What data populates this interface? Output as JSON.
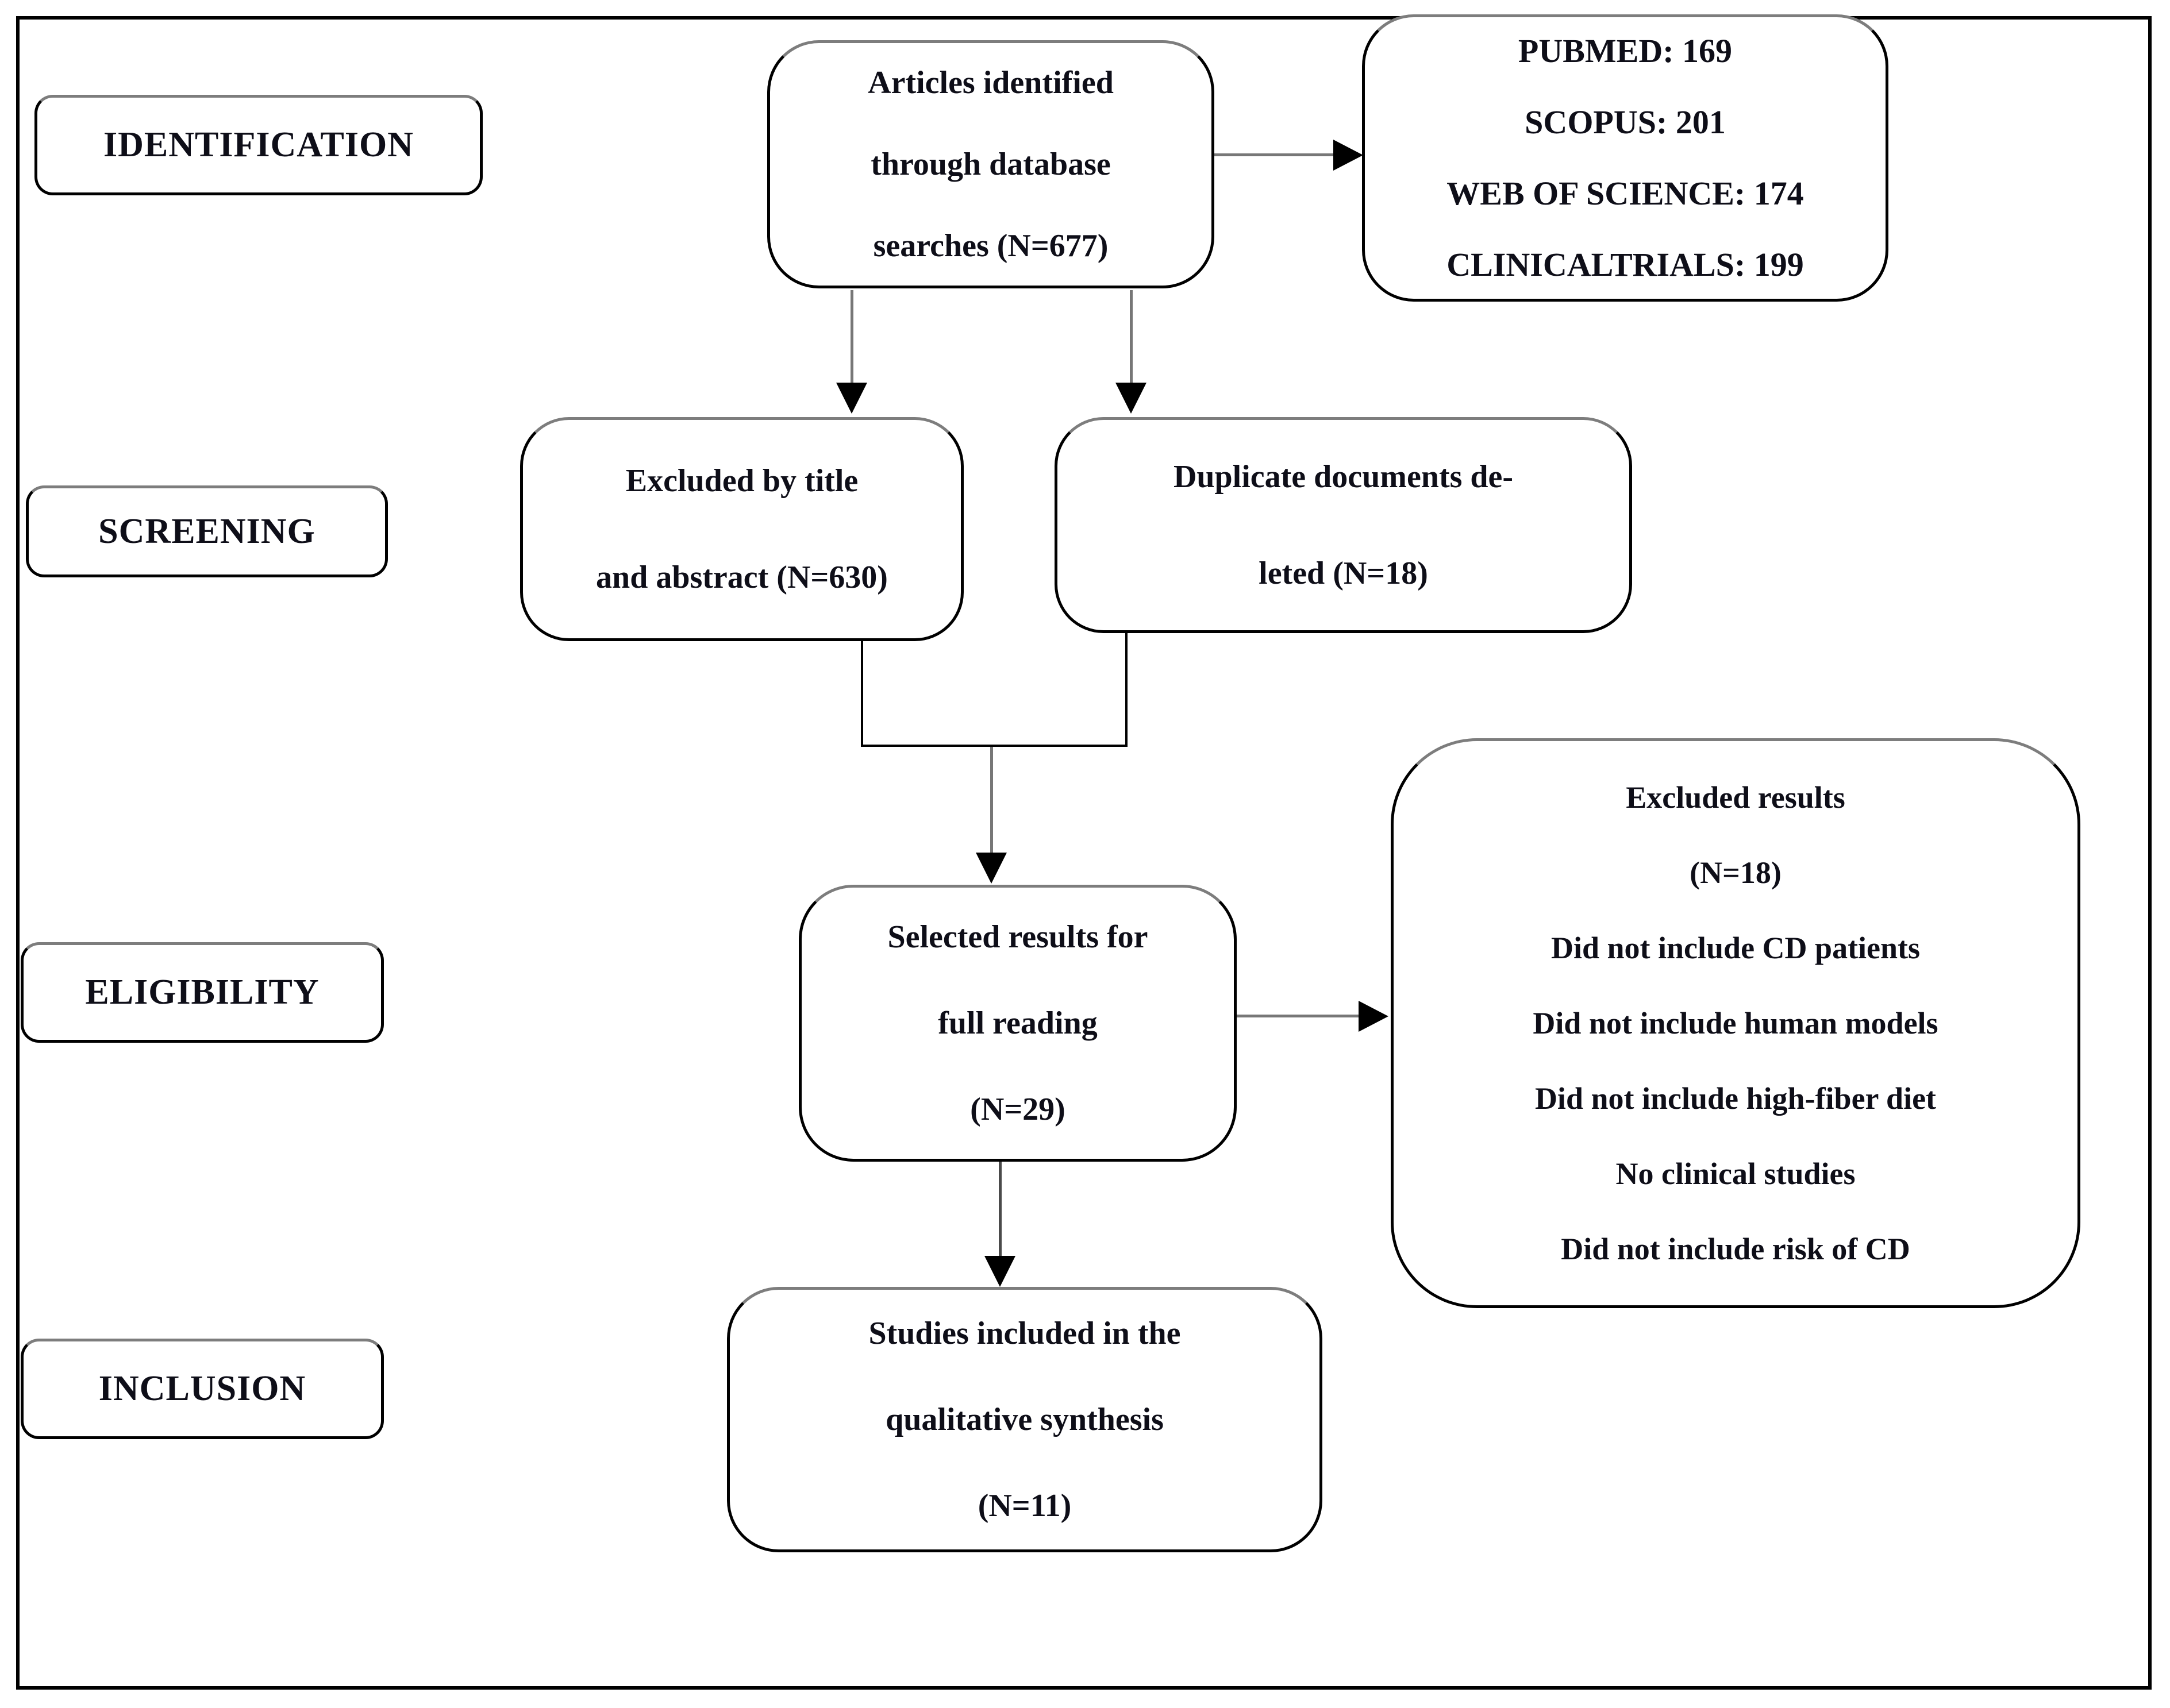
{
  "figure": {
    "type": "prisma-flow-diagram",
    "stages": [
      {
        "label": "IDENTIFICATION"
      },
      {
        "label": "SCREENING"
      },
      {
        "label": "ELIGIBILITY"
      },
      {
        "label": "INCLUSION"
      }
    ],
    "boxes": {
      "identified": {
        "lines": [
          "Articles identified",
          "through database",
          "searches (N=677)"
        ]
      },
      "databases": {
        "lines": [
          "PUBMED: 169",
          "SCOPUS: 201",
          "WEB OF SCIENCE: 174",
          "CLINICALTRIALS: 199"
        ]
      },
      "excluded_title": {
        "lines": [
          "Excluded by title",
          "and abstract (N=630)"
        ]
      },
      "duplicates": {
        "lines": [
          "Duplicate documents de-",
          "leted (N=18)"
        ]
      },
      "selected": {
        "lines": [
          "Selected results for",
          "full reading",
          "(N=29)"
        ]
      },
      "excluded_results": {
        "lines": [
          "Excluded results",
          "(N=18)",
          "Did not include CD patients",
          "Did not include human models",
          "Did not include high-fiber diet",
          "No clinical studies",
          "Did not include risk of CD"
        ]
      },
      "included": {
        "lines": [
          "Studies included in the",
          "qualitative synthesis",
          "(N=11)"
        ]
      }
    },
    "colors": {
      "background": "#ffffff",
      "ink": "#0e0e18",
      "box_border": "#000000",
      "box_border_top": "#7d7d7d",
      "arrow_stem": "#777777",
      "arrowhead": "#000000"
    }
  }
}
